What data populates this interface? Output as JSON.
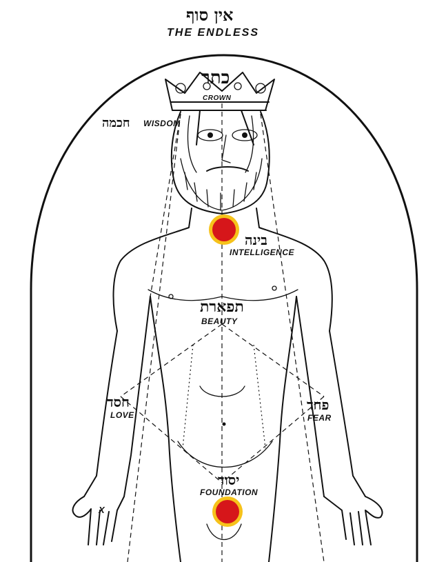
{
  "title": {
    "hebrew": "אין סוף",
    "english": "THE ENDLESS"
  },
  "sefirot": [
    {
      "id": "crown",
      "hebrew": "כתר",
      "english": "CROWN"
    },
    {
      "id": "wisdom",
      "hebrew": "חכמה",
      "english": "WISDOM"
    },
    {
      "id": "intelligence",
      "hebrew": "בינה",
      "english": "INTELLIGENCE"
    },
    {
      "id": "beauty",
      "hebrew": "תפארת",
      "english": "BEAUTY"
    },
    {
      "id": "love",
      "hebrew": "חסד",
      "english": "LOVE"
    },
    {
      "id": "fear",
      "hebrew": "פחד",
      "english": "FEAR"
    },
    {
      "id": "foundation",
      "hebrew": "יסוד",
      "english": "FOUNDATION"
    }
  ],
  "markers": [
    {
      "id": "throat-marker",
      "color": "#d6161a",
      "halo": "#f6c21a"
    },
    {
      "id": "foundation-marker",
      "color": "#d6161a",
      "halo": "#f6c21a"
    }
  ],
  "palm_mark": "X",
  "colors": {
    "ink": "#111111",
    "background": "#ffffff",
    "marker_red": "#d6161a",
    "marker_halo": "#f6c21a"
  }
}
